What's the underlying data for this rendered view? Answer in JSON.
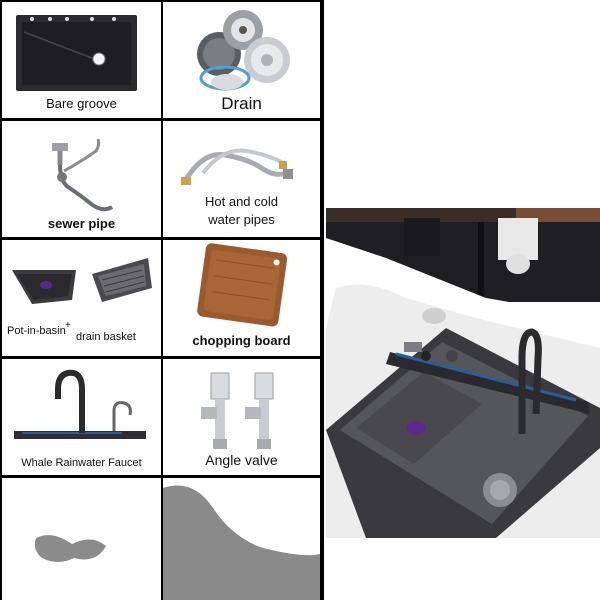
{
  "accessories": [
    {
      "label": "Bare groove",
      "icon": "sink-basin-icon"
    },
    {
      "label": "Drain",
      "icon": "drain-strainer-icon"
    },
    {
      "label": "sewer pipe",
      "icon": "sewer-pipe-icon"
    },
    {
      "label": "Hot and cold",
      "label2": "water pipes",
      "icon": "braided-hose-icon"
    },
    {
      "label": "Pot-in-basin",
      "plus": "+",
      "label2": "drain basket",
      "icon": "drain-basket-icon"
    },
    {
      "label": "chopping board",
      "icon": "chopping-board-icon"
    },
    {
      "label": "Whale Rainwater Faucet",
      "icon": "faucet-icon"
    },
    {
      "label": "Angle valve",
      "icon": "angle-valve-icon"
    }
  ],
  "colors": {
    "sink_dark": "#2b2b2d",
    "sink_mid": "#4a4a4e",
    "steel": "#b8bcc2",
    "wood": "#9a5a2e",
    "accent_blue": "#2a5d9a",
    "drain_purple": "#5a2a8a"
  }
}
